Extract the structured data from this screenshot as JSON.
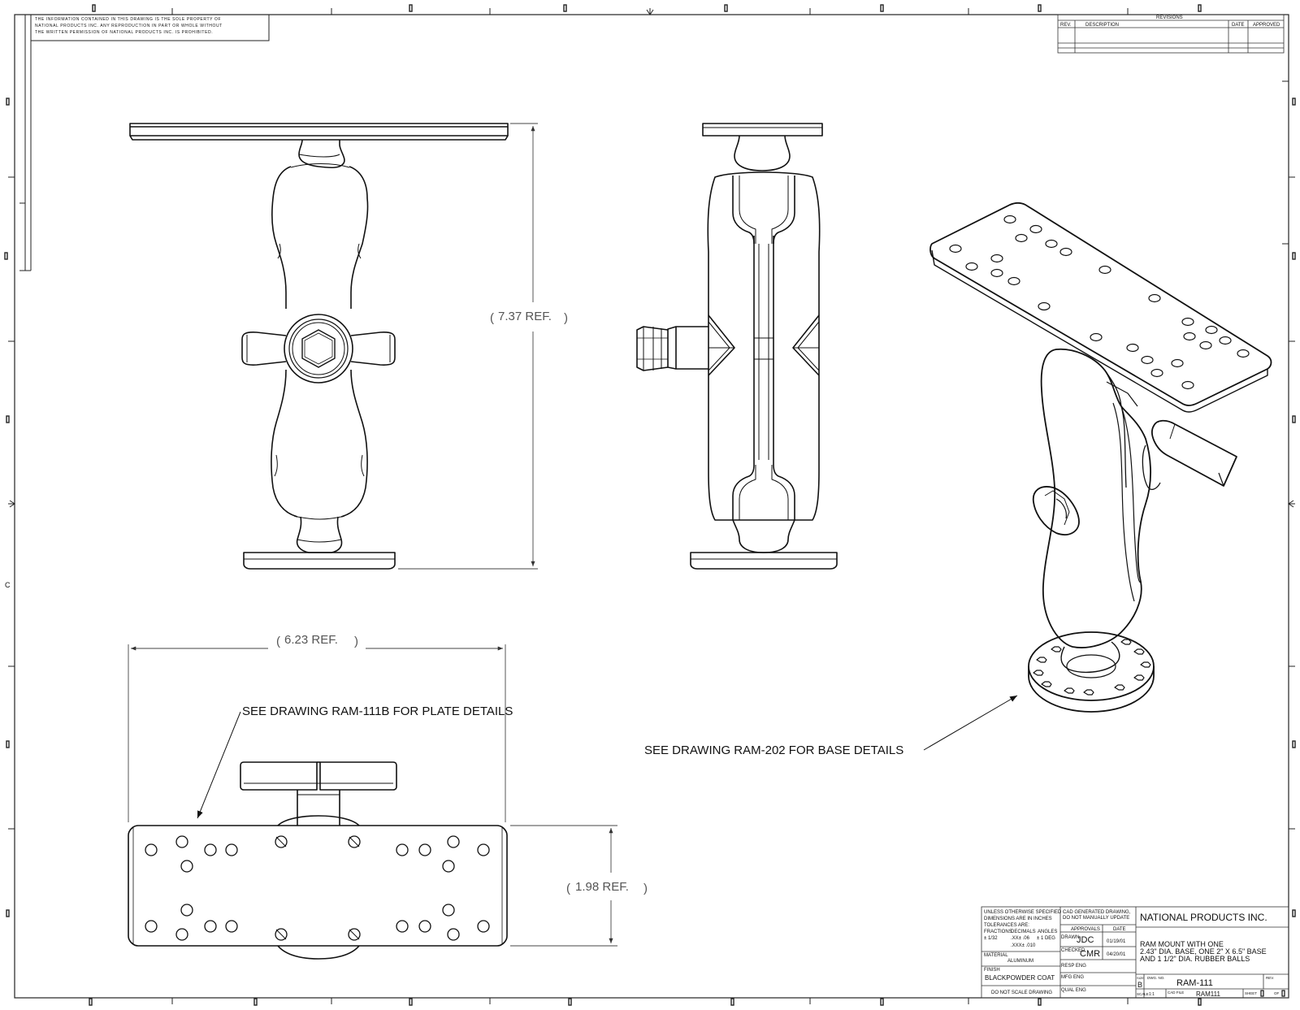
{
  "proprietary_notice": [
    "THE INFORMATION CONTAINED IN THIS DRAWING IS THE SOLE PROPERTY OF",
    "NATIONAL PRODUCTS INC. ANY REPRODUCTION IN PART OR WHOLE WITHOUT",
    "THE WRITTEN PERMISSION OF NATIONAL PRODUCTS INC. IS PROHIBITED."
  ],
  "revisions": {
    "title": "REVISIONS",
    "headers": {
      "rev": "REV.",
      "description": "DESCRIPTION",
      "date": "DATE",
      "approved": "APPROVED"
    }
  },
  "dimensions": {
    "height_ref": "7.37 REF.",
    "width_ref": "6.23 REF.",
    "plate_width_ref": "1.98 REF."
  },
  "notes": {
    "plate": "SEE DRAWING RAM-111B FOR PLATE DETAILS",
    "base": "SEE DRAWING RAM-202 FOR BASE DETAILS"
  },
  "border_zone_letter": "C",
  "title_block": {
    "tolerance_lines": [
      "UNLESS OTHERWISE SPECIFIED",
      "DIMENSIONS ARE IN INCHES",
      "TOLERANCES ARE:"
    ],
    "tolerance_headers": {
      "fractions": "FRACTIONS",
      "decimals": "DECIMALS",
      "angles": "ANGLES"
    },
    "tolerance_values": {
      "fractions": "± 1/32",
      "decimal_xx": ".XX± .06",
      "angles": "± 1 DEG",
      "decimal_xxx": ".XXX± .010"
    },
    "material_label": "MATERIAL",
    "material": "ALUMINUM",
    "finish_label": "FINISH",
    "finish": "BLACKPOWDER COAT",
    "do_not_scale": "DO NOT SCALE DRAWING",
    "cad_note": [
      "CAD GENERATED DRAWING,",
      "DO NOT MANUALLY UPDATE"
    ],
    "approvals_label": "APPROVALS",
    "date_label": "DATE",
    "drawn_label": "DRAWN",
    "drawn_by": "JDC",
    "drawn_date": "01/19/01",
    "checked_label": "CHECKED",
    "checked_by": "CMR",
    "checked_date": "04/20/01",
    "resp_eng_label": "RESP ENG",
    "mfg_eng_label": "MFG ENG",
    "qual_eng_label": "QUAL ENG",
    "company": "NATIONAL PRODUCTS INC.",
    "title_lines": [
      "RAM MOUNT WITH ONE",
      "2.43\" DIA. BASE, ONE 2\" X 6.5\" BASE",
      "AND 1 1/2\" DIA. RUBBER BALLS"
    ],
    "size_label": "SIZE",
    "size": "B",
    "dwg_no_label": "DWG. NO.",
    "dwg_no": "RAM-111",
    "rev_label": "REV.",
    "scale_label": "SCALE",
    "scale": "1:1",
    "cad_file_label": "CAD FILE",
    "cad_file": "RAM111",
    "sheet_label": "SHEET",
    "sheet_of": "OF"
  }
}
